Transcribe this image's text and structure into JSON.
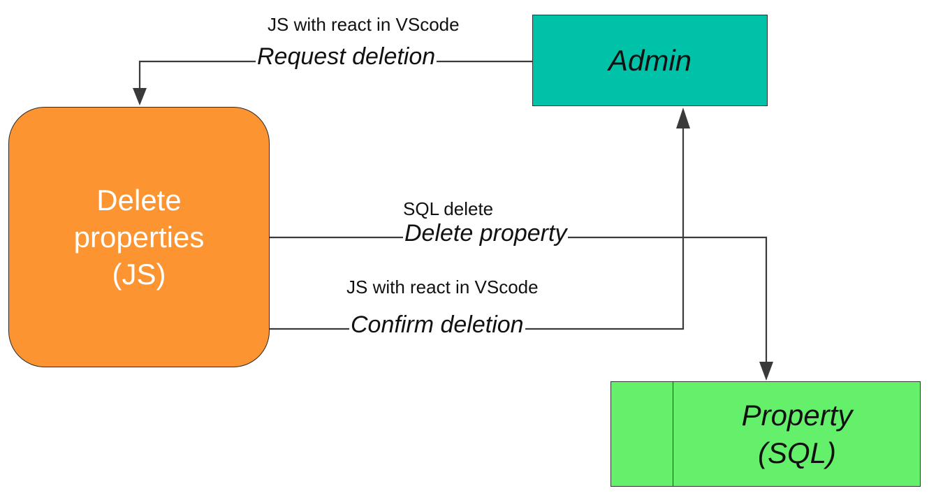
{
  "colors": {
    "process_fill": "#fb9431",
    "entity_fill": "#00c2a8",
    "datastore_fill": "#65f06b",
    "line": "#3a3a3a"
  },
  "process": {
    "line1": "Delete",
    "line2": "properties",
    "line3": "(JS)"
  },
  "entity": {
    "label": "Admin"
  },
  "datastore": {
    "line1": "Property",
    "line2": "(SQL)"
  },
  "flows": {
    "request": {
      "tech": "JS with react in VScode",
      "name": "Request deletion"
    },
    "delete": {
      "tech": "SQL delete",
      "name": "Delete property"
    },
    "confirm": {
      "tech": "JS with react in VScode",
      "name": "Confirm deletion"
    }
  }
}
